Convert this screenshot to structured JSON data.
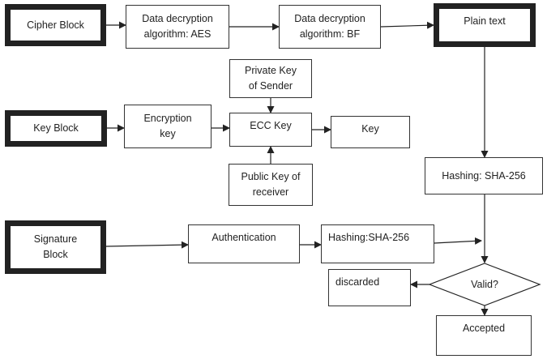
{
  "nodes": {
    "cipher_block": "Cipher Block",
    "aes": "Data decryption\nalgorithm: AES",
    "bf": "Data decryption\nalgorithm: BF",
    "plain_text": "Plain text",
    "private_key": "Private Key\nof Sender",
    "key_block": "Key Block",
    "encryption_key": "Encryption\nkey",
    "ecc_key": "ECC Key",
    "key": "Key",
    "public_key": "Public Key of\nreceiver",
    "hashing_top": "Hashing: SHA-256",
    "signature_block": "Signature\nBlock",
    "authentication": "Authentication",
    "hashing_bottom": "Hashing:SHA-256",
    "discarded": "discarded",
    "valid": "Valid?",
    "accepted": "Accepted"
  },
  "colors": {
    "line": "#222222",
    "thick_border": "#222222"
  }
}
